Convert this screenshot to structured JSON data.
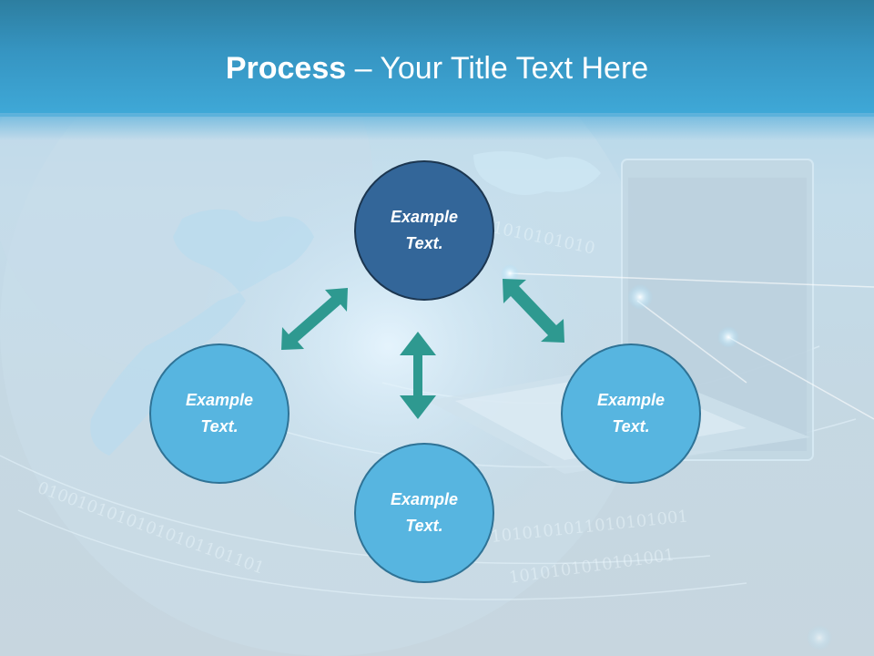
{
  "slide": {
    "title_bold": "Process",
    "title_rest": " – Your Title Text Here",
    "colors": {
      "title_bar": "#3695c2",
      "circle_dark": "#336699",
      "circle_light": "#57b5e0",
      "circle_border_light": "#2f7396",
      "circle_border_dark": "#1c3650",
      "arrow": "#2e9990"
    }
  },
  "diagram": {
    "nodes": [
      {
        "id": "top",
        "line1": "Example",
        "line2": "Text.",
        "style": "dark"
      },
      {
        "id": "left",
        "line1": "Example",
        "line2": "Text.",
        "style": "light"
      },
      {
        "id": "right",
        "line1": "Example",
        "line2": "Text.",
        "style": "light"
      },
      {
        "id": "bottom",
        "line1": "Example",
        "line2": "Text.",
        "style": "light"
      }
    ],
    "arrows": [
      {
        "id": "top-left",
        "type": "double-headed"
      },
      {
        "id": "top-bottom",
        "type": "double-headed"
      },
      {
        "id": "top-right",
        "type": "double-headed"
      }
    ]
  }
}
